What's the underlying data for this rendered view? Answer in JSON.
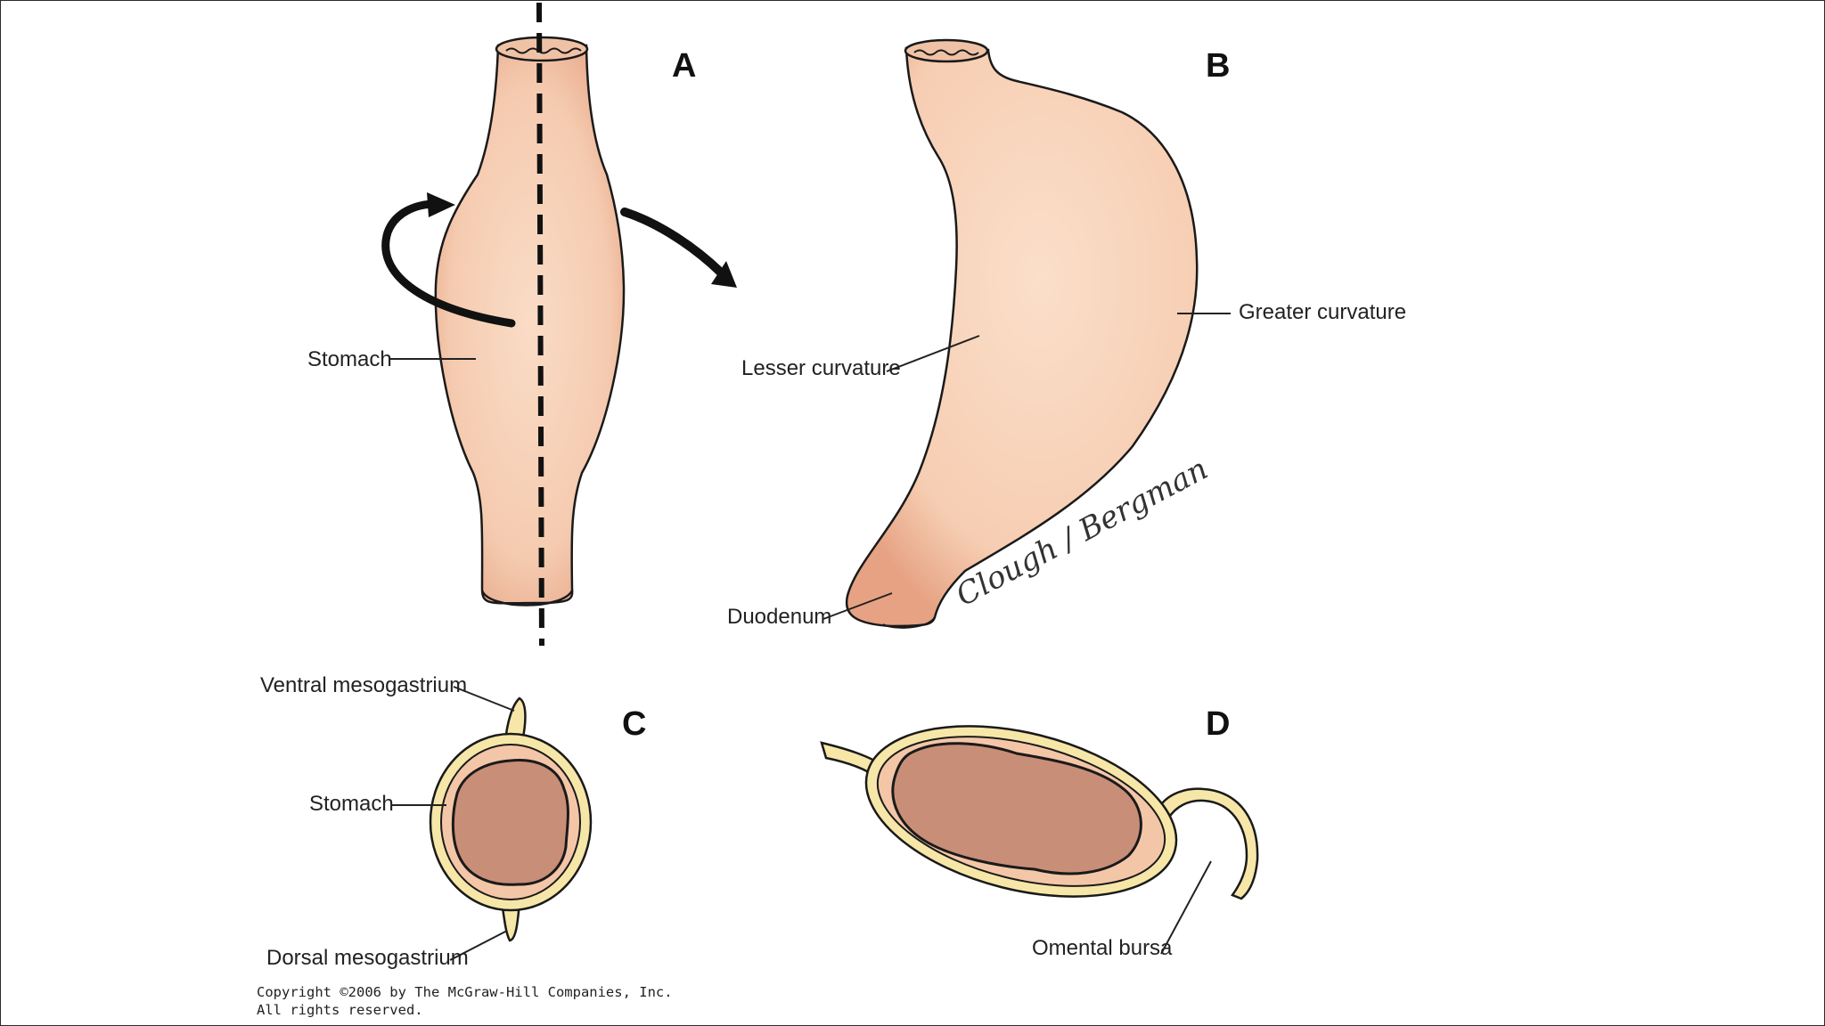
{
  "panels": {
    "a": {
      "letter": "A",
      "stomach_label": "Stomach"
    },
    "b": {
      "letter": "B",
      "lesser_curvature_label": "Lesser curvature",
      "greater_curvature_label": "Greater curvature",
      "duodenum_label": "Duodenum",
      "signature": "Clough / Bergman"
    },
    "c": {
      "letter": "C",
      "ventral_label": "Ventral mesogastrium",
      "stomach_label": "Stomach",
      "dorsal_label": "Dorsal mesogastrium"
    },
    "d": {
      "letter": "D",
      "omental_bursa_label": "Omental bursa"
    }
  },
  "copyright": {
    "line1": "Copyright ©2006 by The McGraw-Hill Companies, Inc.",
    "line2": "All rights reserved."
  },
  "colors": {
    "stomach_wall": "#f4c6a8",
    "stomach_highlight": "#fad9c3",
    "lumen": "#c98e78",
    "mesentery": "#f6e7a8",
    "outline": "#1a1a1a"
  }
}
